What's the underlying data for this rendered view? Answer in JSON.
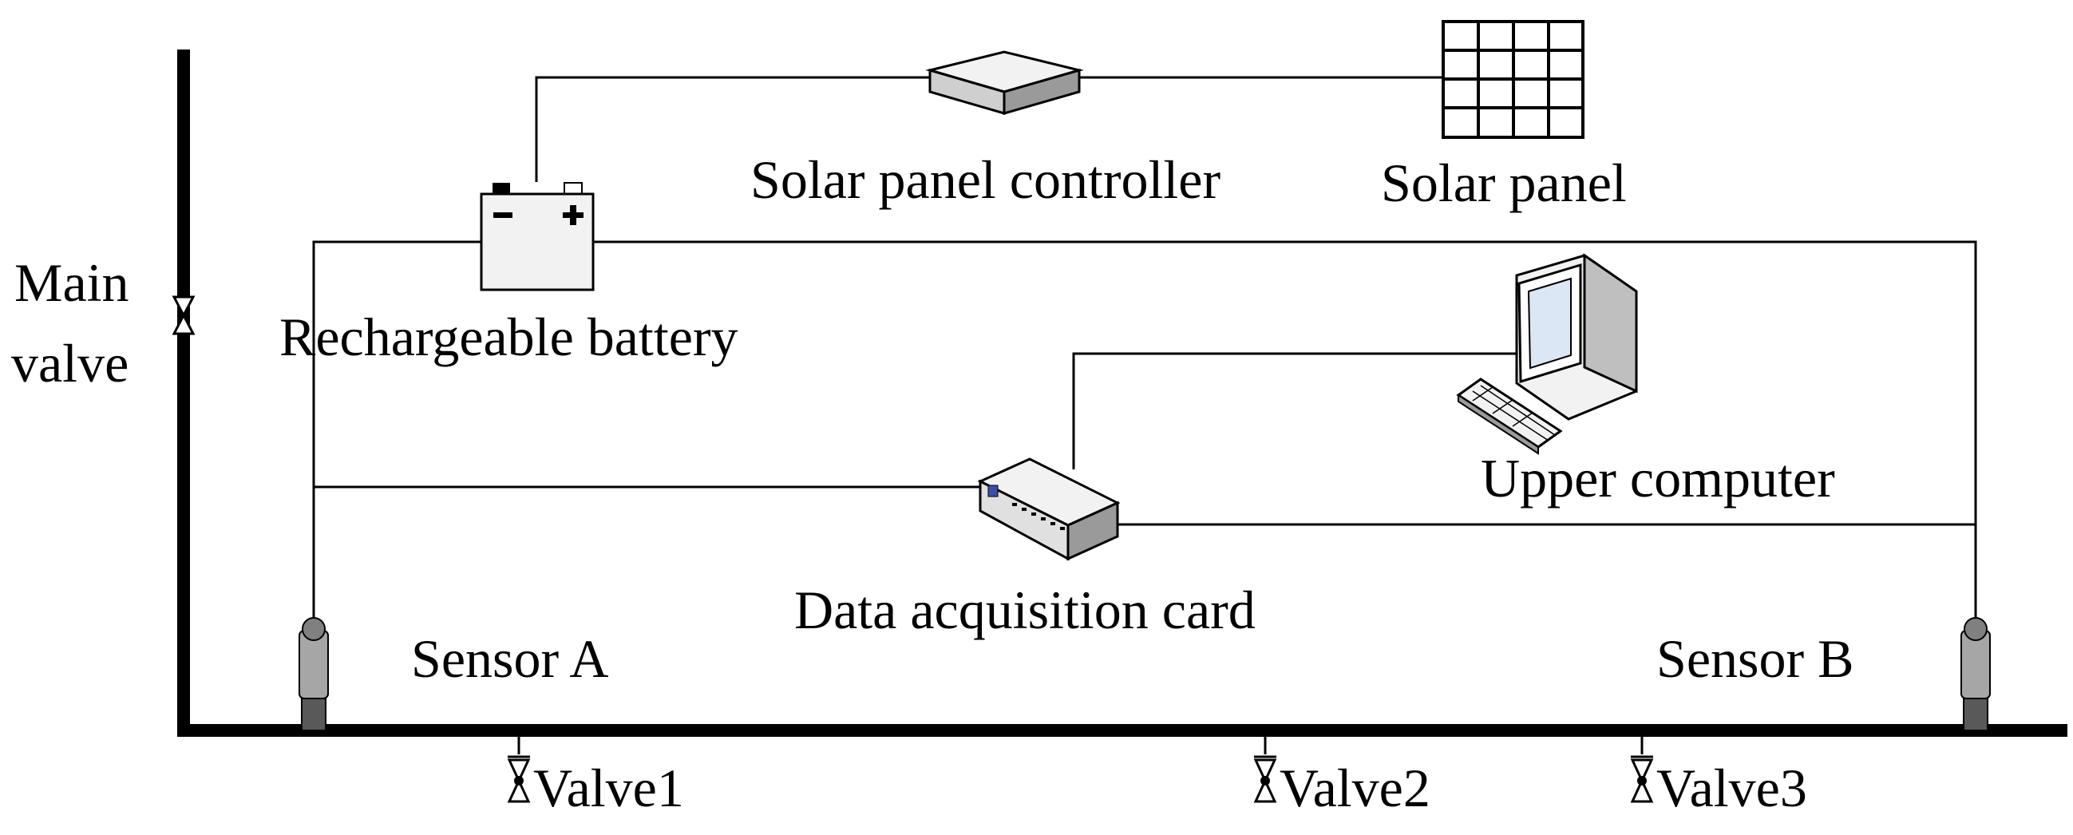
{
  "labels": {
    "main_valve_line1": "Main",
    "main_valve_line2": "valve",
    "solar_panel_controller": "Solar panel controller",
    "solar_panel": "Solar panel",
    "rechargeable_battery": "Rechargeable battery",
    "upper_computer": "Upper computer",
    "data_acquisition_card": "Data acquisition card",
    "sensor_a": "Sensor A",
    "sensor_b": "Sensor B",
    "valve1": "Valve1",
    "valve2": "Valve2",
    "valve3": "Valve3"
  },
  "colors": {
    "line": "#000000",
    "sensor_gray": "#a6a6a6",
    "sensor_dark": "#595959",
    "device_face": "#f2f2f2",
    "screen_blue": "#dbe7f5"
  }
}
